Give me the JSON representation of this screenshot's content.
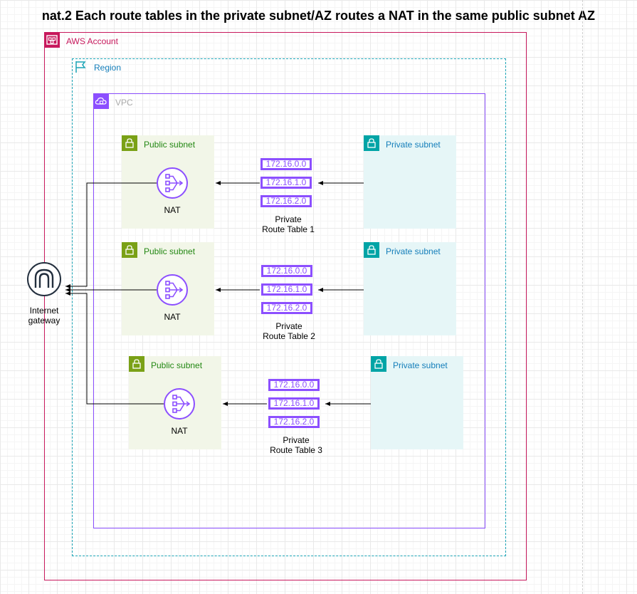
{
  "title": "nat.2 Each route tables in the private subnet/AZ routes a NAT in the same public subnet AZ",
  "groups": {
    "account": "AWS Account",
    "region": "Region",
    "vpc": "VPC"
  },
  "igw": {
    "line1": "Internet",
    "line2": "gateway"
  },
  "rows": [
    {
      "public_label": "Public subnet",
      "nat_label": "NAT",
      "routes": [
        "172.16.0.0",
        "172.16.1.0",
        "172.16.2.0"
      ],
      "rt_line1": "Private",
      "rt_line2": "Route Table 1",
      "private_label": "Private subnet"
    },
    {
      "public_label": "Public subnet",
      "nat_label": "NAT",
      "routes": [
        "172.16.0.0",
        "172.16.1.0",
        "172.16.2.0"
      ],
      "rt_line1": "Private",
      "rt_line2": "Route Table 2",
      "private_label": "Private subnet"
    },
    {
      "public_label": "Public subnet",
      "nat_label": "NAT",
      "routes": [
        "172.16.0.0",
        "172.16.1.0",
        "172.16.2.0"
      ],
      "rt_line1": "Private",
      "rt_line2": "Route Table 3",
      "private_label": "Private subnet"
    }
  ],
  "colors": {
    "account": "#c7185c",
    "region": "#1aa3b5",
    "vpc": "#8c4fff",
    "public_subnet": "#248814",
    "private_subnet": "#147eba",
    "route_table": "#8c4fff"
  }
}
